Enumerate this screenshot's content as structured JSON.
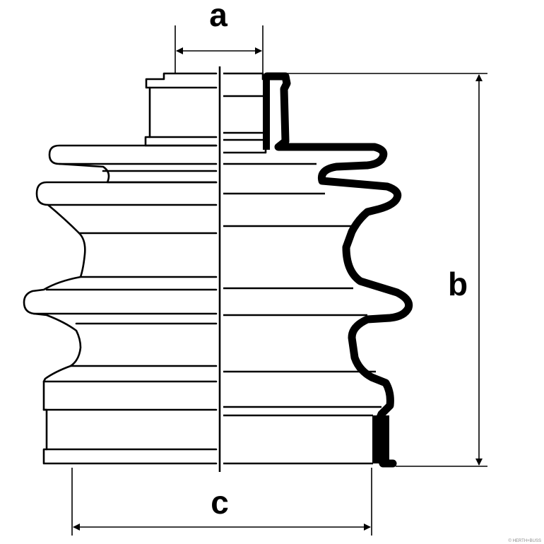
{
  "dimensions": {
    "a": "a",
    "b": "b",
    "c": "c"
  },
  "watermark": "© HERTH+BUSS",
  "colors": {
    "line": "#000000",
    "background": "#ffffff"
  }
}
